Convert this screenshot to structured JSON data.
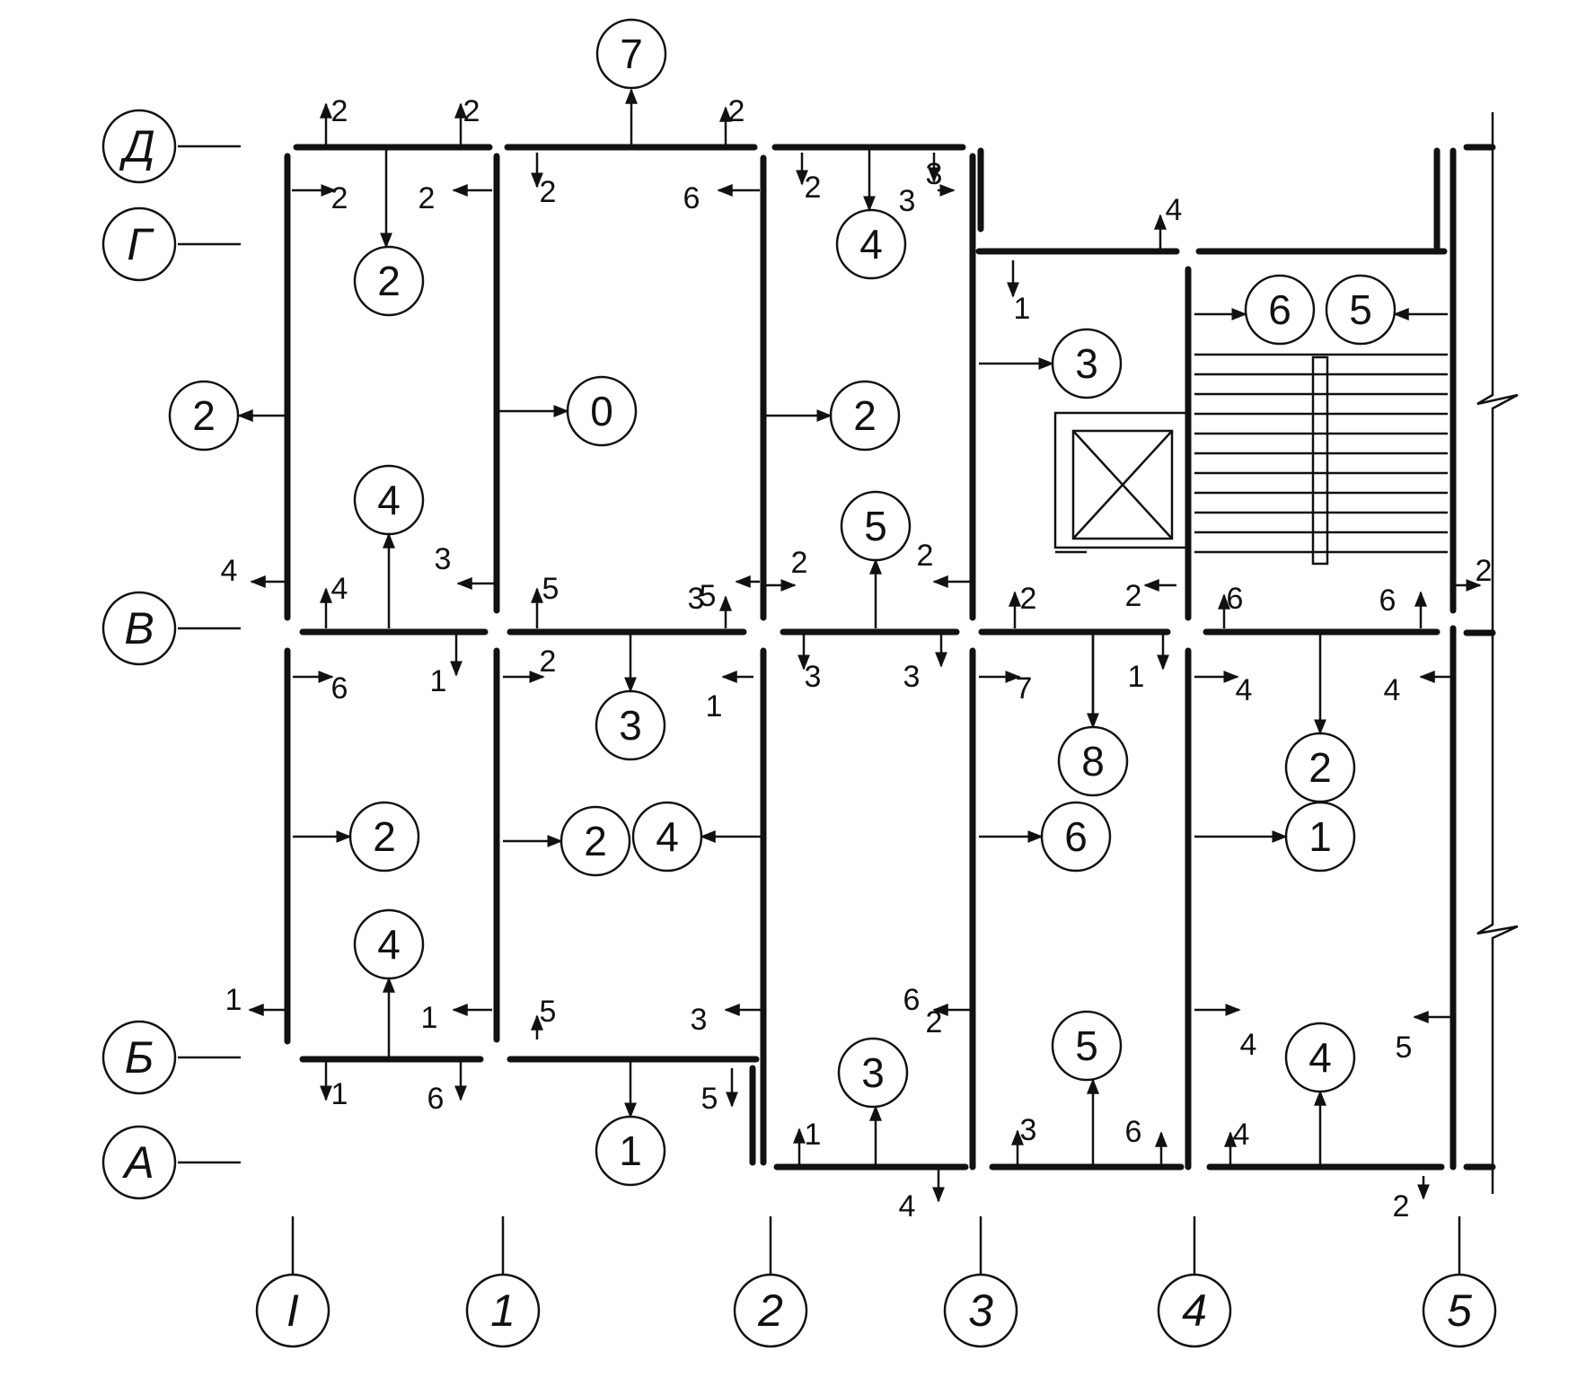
{
  "grid_axes": {
    "rows": [
      {
        "id": "row-d",
        "label": "Д"
      },
      {
        "id": "row-g",
        "label": "Г"
      },
      {
        "id": "row-v",
        "label": "В"
      },
      {
        "id": "row-b",
        "label": "Б"
      },
      {
        "id": "row-a",
        "label": "А"
      }
    ],
    "columns": [
      {
        "id": "col-I",
        "label": "I"
      },
      {
        "id": "col-1",
        "label": "1"
      },
      {
        "id": "col-2",
        "label": "2"
      },
      {
        "id": "col-3",
        "label": "3"
      },
      {
        "id": "col-4",
        "label": "4"
      },
      {
        "id": "col-5",
        "label": "5"
      }
    ]
  },
  "circled_numbers": [
    "7",
    "2",
    "4",
    "6",
    "5",
    "3",
    "2",
    "0",
    "2",
    "4",
    "5",
    "3",
    "8",
    "2",
    "2",
    "2",
    "4",
    "6",
    "1",
    "4",
    "5",
    "4",
    "3",
    "1"
  ],
  "arrow_labels": [
    "2",
    "2",
    "2",
    "2",
    "2",
    "2",
    "6",
    "2",
    "3",
    "3",
    "4",
    "1",
    "4",
    "3",
    "5",
    "2",
    "2",
    "4",
    "5",
    "3",
    "2",
    "2",
    "6",
    "6",
    "2",
    "1",
    "2",
    "1",
    "3",
    "3",
    "7",
    "1",
    "4",
    "4",
    "6",
    "1",
    "1",
    "3",
    "6",
    "4",
    "5",
    "5",
    "1",
    "6",
    "5",
    "4",
    "1",
    "3",
    "6",
    "4",
    "2",
    "2",
    "1"
  ]
}
